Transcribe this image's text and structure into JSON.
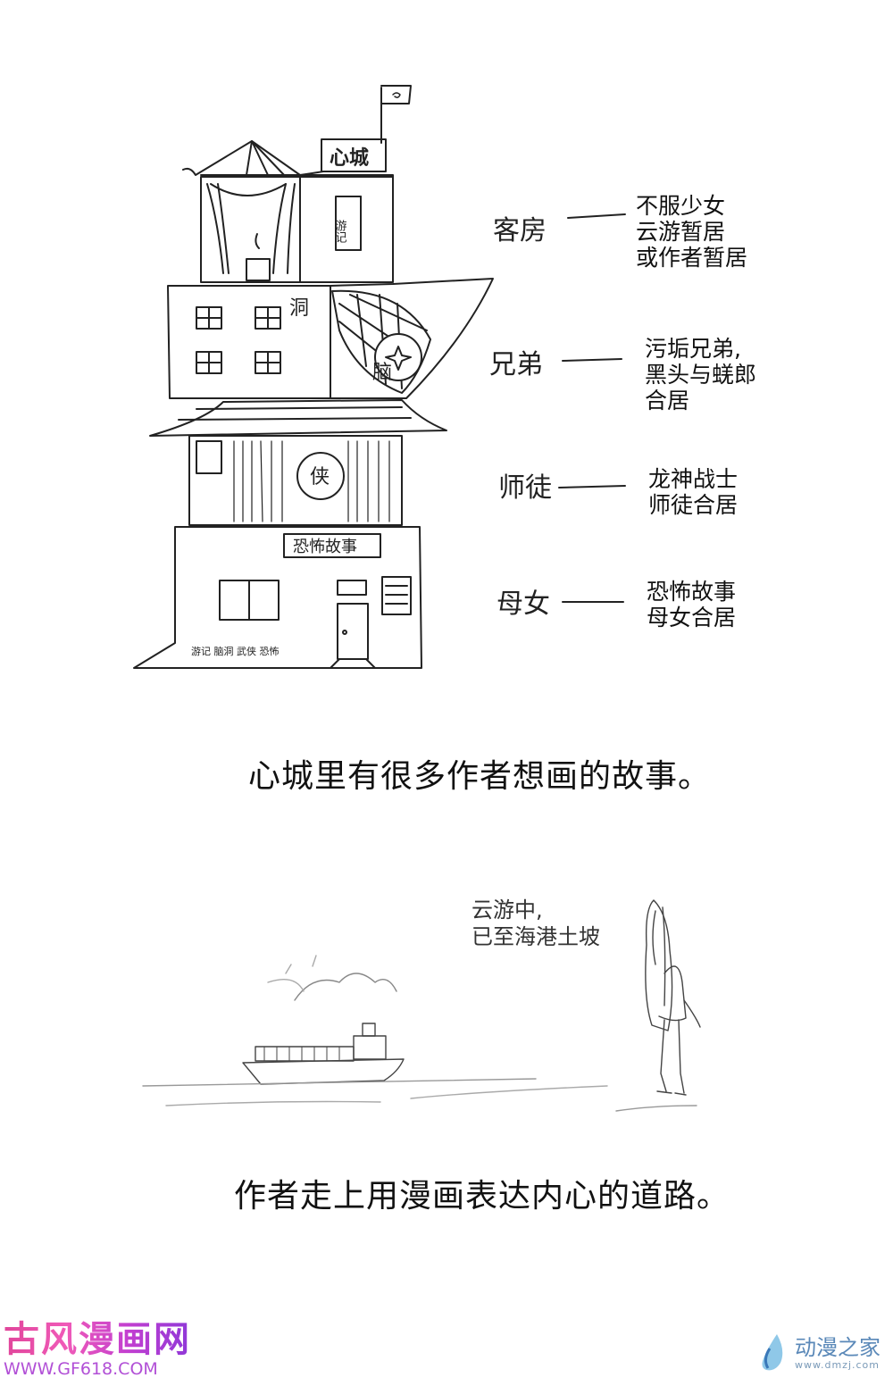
{
  "building": {
    "sign_top": "心城",
    "sign_youji": "游记",
    "sign_dong": "洞",
    "sign_nao": "脑",
    "sign_xia": "侠",
    "sign_kongbu": "恐怖故事",
    "base_text": "游记 脑洞 武侠 恐怖"
  },
  "floors": [
    {
      "hand_label": "客房",
      "desc": [
        "不服少女",
        "云游暂居",
        "或作者暂居"
      ]
    },
    {
      "hand_label": "兄弟",
      "desc": [
        "污垢兄弟,",
        "黑头与蜣郎",
        "合居"
      ]
    },
    {
      "hand_label": "师徒",
      "desc": [
        "龙神战士",
        "师徒合居"
      ]
    },
    {
      "hand_label": "母女",
      "desc": [
        "恐怖故事",
        "母女合居"
      ]
    }
  ],
  "caption1": "心城里有很多作者想画的故事。",
  "scene2": {
    "speech": [
      "云游中,",
      "已至海港土坡"
    ]
  },
  "caption2": "作者走上用漫画表达内心的道路。",
  "watermark_left": {
    "title": "古风漫画网",
    "url": "WWW.GF618.COM"
  },
  "watermark_right": {
    "title": "动漫之家",
    "url": "www.dmzj.com"
  }
}
